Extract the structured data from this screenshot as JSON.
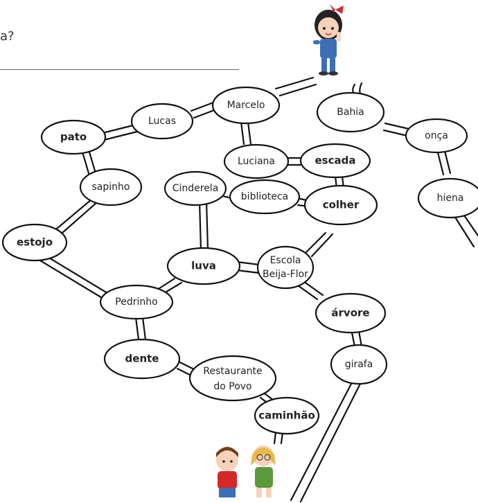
{
  "question_fragment": "a?",
  "nodes": {
    "marcelo": "Marcelo",
    "lucas": "Lucas",
    "pato": "pato",
    "bahia": "Bahia",
    "onca": "onça",
    "hiena": "hiena",
    "luciana": "Luciana",
    "escada": "escada",
    "sapinho": "sapinho",
    "cinderela": "Cinderela",
    "biblioteca": "biblioteca",
    "colher": "colher",
    "estojo": "estojo",
    "luva": "luva",
    "escola_1": "Escola",
    "escola_2": "Beija-Flor",
    "pedrinho": "Pedrinho",
    "arvore": "árvore",
    "dente": "dente",
    "restaurante_1": "Restaurante",
    "restaurante_2": "do Povo",
    "girafa": "girafa",
    "caminhao": "caminhão"
  },
  "characters": {
    "girl": "girl-cartoon",
    "kids": "kids-cartoon"
  },
  "colors": {
    "line": "#111111",
    "node_fill": "#ffffff",
    "girl_hair": "#222222",
    "girl_bow": "#d62828",
    "girl_overall": "#3d6fb6",
    "boy_shirt": "#d62828",
    "kid_hair_blonde": "#e8b84a",
    "kid_dress": "#5a9a3c"
  }
}
